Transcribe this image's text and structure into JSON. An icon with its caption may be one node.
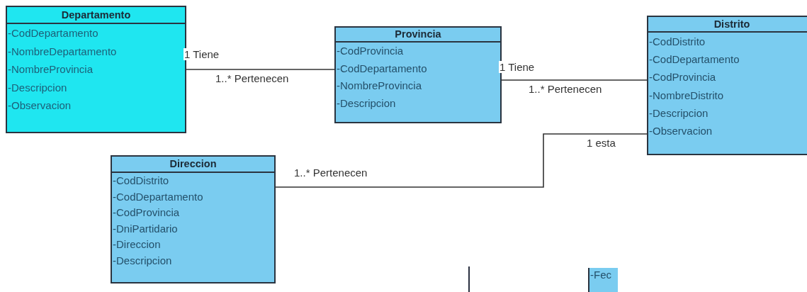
{
  "diagram": {
    "nodes": [
      {
        "text": [
          "Departamento",
          "-CodDepartamento",
          "-NombreDepartamento",
          "-NombreProvincia",
          "-Descripcion",
          "-Observacion"
        ]
      },
      {
        "text": [
          "Provincia",
          "-CodProvincia",
          "-CodDepartamento",
          "-NombreProvincia",
          "-Descripcion"
        ]
      },
      {
        "text": [
          "Distrito",
          "-CodDistrito",
          "-CodDepartamento",
          "-CodProvincia",
          "-NombreDistrito",
          "-Descripcion",
          "-Observacion"
        ]
      },
      {
        "text": [
          "Direccion",
          "-CodDistrito",
          "-CodDepartamento",
          "-CodProvincia",
          "-DniPartidario",
          "-Direccion",
          "-Descripcion"
        ]
      },
      {
        "text": [
          "-Fec"
        ]
      }
    ],
    "edges": [
      {
        "from": 0,
        "to": 1,
        "arrow": "none"
      },
      {
        "from": 1,
        "to": 2,
        "arrow": "none"
      },
      {
        "from": 3,
        "to": 2,
        "arrow": "none"
      }
    ],
    "labels": [
      "1 Tiene",
      "1..* Pertenecen",
      "1 Tiene",
      "1..* Pertenecen",
      "1..* Pertenecen",
      "1 esta"
    ]
  }
}
